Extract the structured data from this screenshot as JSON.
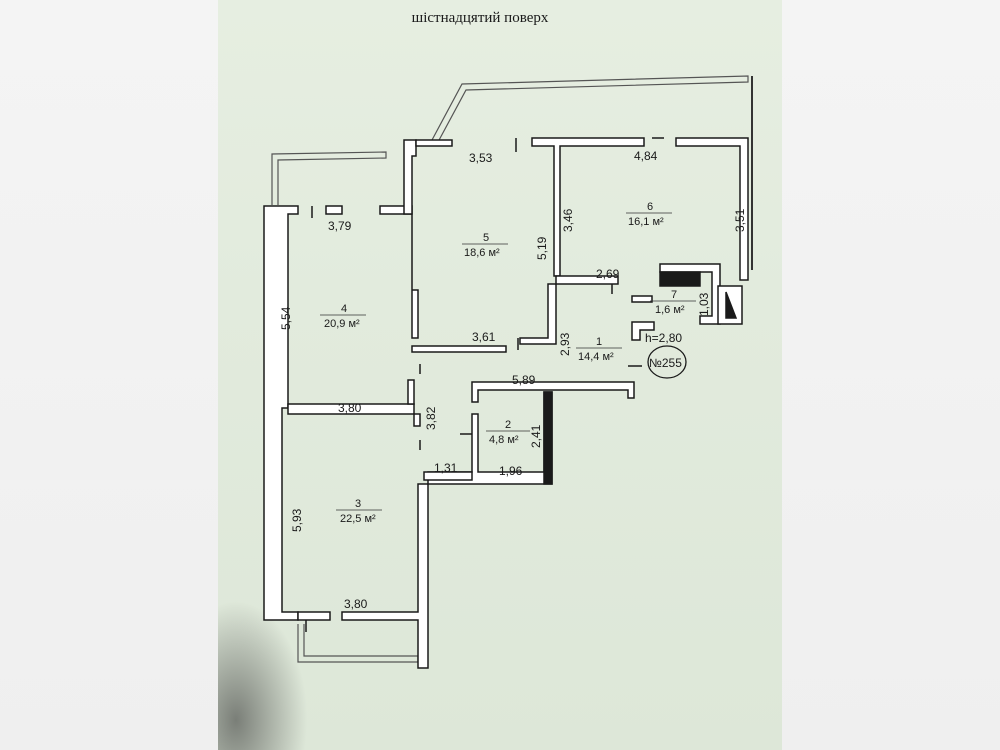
{
  "floor_title": "шістнадцятий поверх",
  "rooms": [
    {
      "number": "1",
      "area": "14,4 м²"
    },
    {
      "number": "2",
      "area": "4,8 м²"
    },
    {
      "number": "3",
      "area": "22,5 м²"
    },
    {
      "number": "4",
      "area": "20,9 м²"
    },
    {
      "number": "5",
      "area": "18,6 м²"
    },
    {
      "number": "6",
      "area": "16,1 м²"
    },
    {
      "number": "7",
      "area": "1,6 м²"
    }
  ],
  "dimensions": {
    "room3_width": "3,80",
    "room3_length": "5,93",
    "room4_top": "3,79",
    "room4_length": "5,54",
    "room4_bottom": "3,80",
    "room5_top": "3,53",
    "room5_side": "5,19",
    "room5_bottom": "3,61",
    "room6_top": "4,84",
    "room6_left": "3,46",
    "room6_right": "3,51",
    "hall_right": "2,69",
    "room7_side": "1,03",
    "hall_side": "2,93",
    "hall_width": "5,89",
    "corridor_side": "3,82",
    "room2_side": "2,41",
    "room2_bottom": "1,96",
    "corridor_bottom": "1,31"
  },
  "ceiling_height": "h=2,80",
  "apartment_no": "№255"
}
